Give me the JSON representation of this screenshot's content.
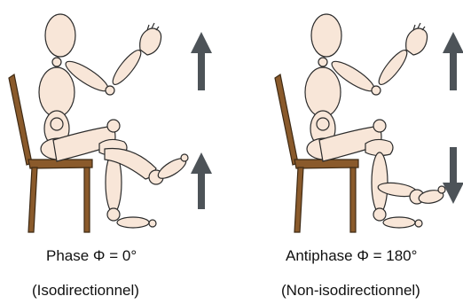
{
  "panels": [
    {
      "title": "Phase Φ = 0°",
      "subtitle": "(Isodirectionnel)",
      "hand_arrow": "up-arrow",
      "foot_arrow": "up-arrow"
    },
    {
      "title": "Antiphase Φ = 180°",
      "subtitle": "(Non-isodirectionnel)",
      "hand_arrow": "up-arrow",
      "foot_arrow": "down-arrow"
    }
  ],
  "colors": {
    "body_fill": "#f8e6d8",
    "outline": "#2b2b2b",
    "chair": "#8a5a2b",
    "arrow": "#4d5358"
  }
}
